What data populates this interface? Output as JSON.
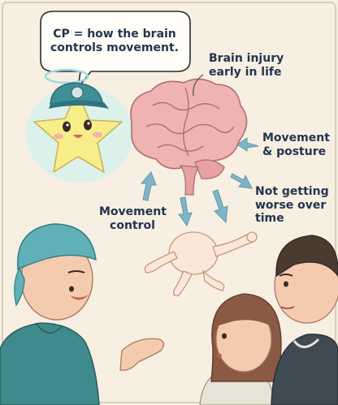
{
  "speech_bubble": {
    "text": "CP = how the brain controls movement."
  },
  "labels": {
    "brain_injury": "Brain injury early in life",
    "movement_posture": "Movement & posture",
    "not_worse": "Not getting worse over time",
    "movement_control": "Movement control"
  },
  "colors": {
    "background": "#f6efe2",
    "text": "#25344e",
    "brain": "#efb3b2",
    "arrow": "#7fb5c7",
    "star": "#f7ee8a",
    "star_glow": "#b9ecec",
    "cap": "#3f8f98",
    "scrubs": "#3e8a8c"
  },
  "icons": {
    "mascot": "star-mascot",
    "brain": "brain-illustration",
    "baby": "baby-figure",
    "people": [
      "doctor",
      "woman",
      "man"
    ]
  }
}
